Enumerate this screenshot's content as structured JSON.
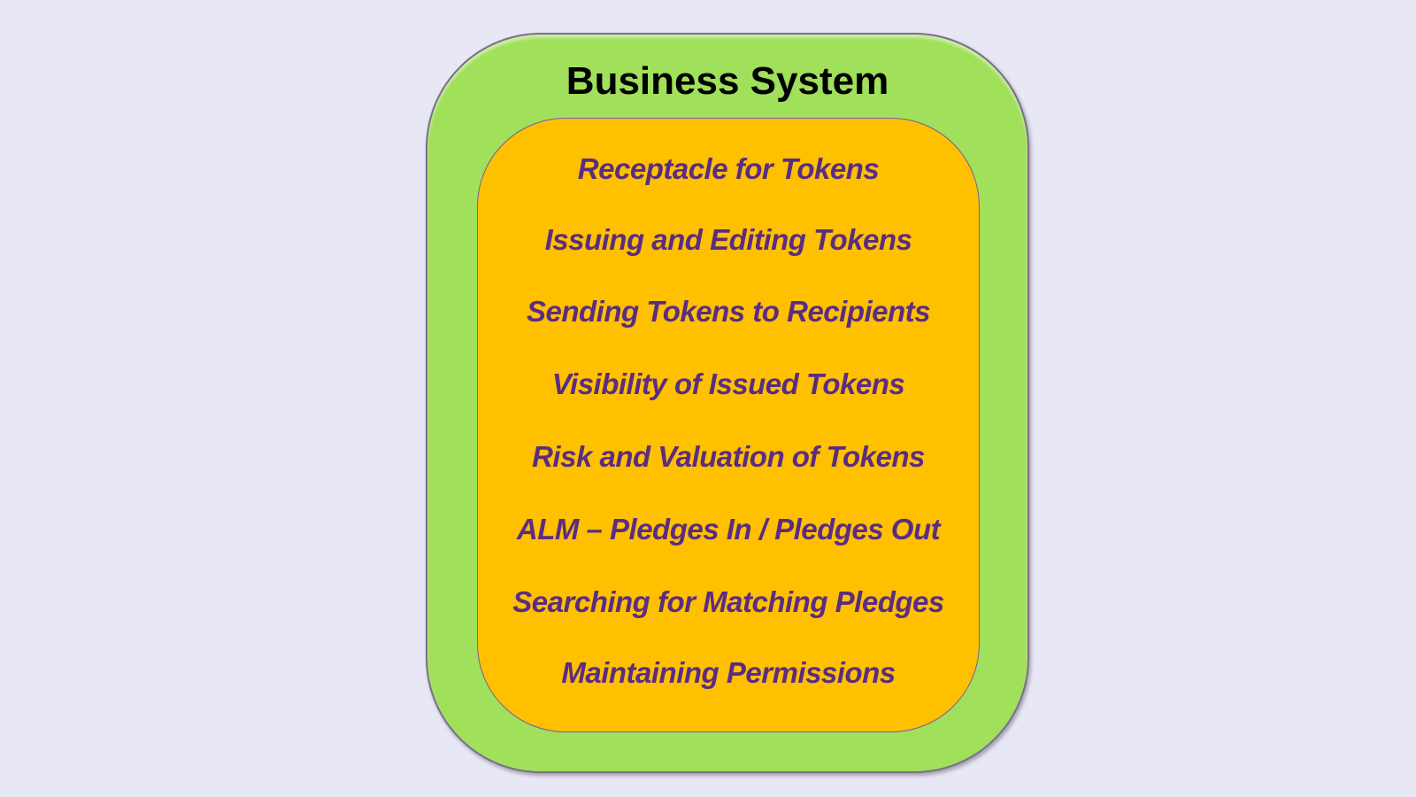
{
  "title": "Business System",
  "items": [
    "Receptacle for Tokens",
    "Issuing and Editing Tokens",
    "Sending Tokens to Recipients",
    "Visibility of Issued Tokens",
    "Risk and Valuation of Tokens",
    "ALM – Pledges In / Pledges Out",
    "Searching for Matching Pledges",
    "Maintaining Permissions"
  ],
  "colors": {
    "background": "#e8e7f5",
    "outer": "#a0e05a",
    "inner": "#ffc000",
    "text": "#5a2d82"
  }
}
